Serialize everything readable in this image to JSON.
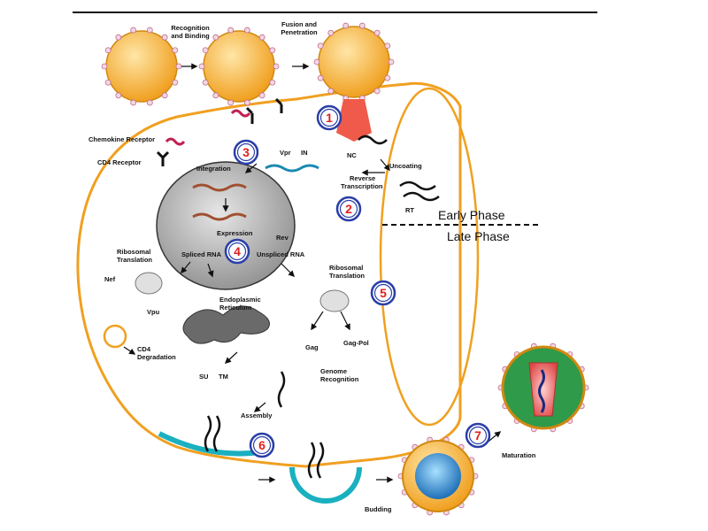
{
  "labels": {
    "recognition": [
      "Recognition",
      "and Binding"
    ],
    "fusion": [
      "Fusion and",
      "Penetration"
    ],
    "chemokine": "Chemokine Receptor",
    "cd4": "CD4 Receptor",
    "integration": "Integration",
    "vpr": "Vpr",
    "in": "IN",
    "nc": "NC",
    "uncoating": "Uncoating",
    "reverse_transcription": [
      "Reverse",
      "Transcription"
    ],
    "rt": "RT",
    "expression": "Expression",
    "rev": "Rev",
    "spliced": "Spliced RNA",
    "unspliced": "Unspliced RNA",
    "ribosomal_left": [
      "Ribosomal",
      "Translation"
    ],
    "nef": "Nef",
    "vpu": "Vpu",
    "er": [
      "Endoplasmic",
      "Reticulum"
    ],
    "cd4_degradation": [
      "CD4",
      "Degradation"
    ],
    "su": "SU",
    "tm": "TM",
    "ribosomal_right": [
      "Ribosomal",
      "Translation"
    ],
    "gag": "Gag",
    "gag_pol": "Gag-Pol",
    "genome_recognition": [
      "Genome",
      "Recognition"
    ],
    "assembly": "Assembly",
    "budding": "Budding",
    "maturation": "Maturation"
  },
  "phases": {
    "early": "Early Phase",
    "late": "Late Phase"
  },
  "steps": [
    "1",
    "2",
    "3",
    "4",
    "5",
    "6",
    "7"
  ],
  "colors": {
    "membrane": "#f0a020",
    "virion": "#f7b040",
    "nucleus": "#b8b8b8",
    "step_ring": "#2a3fa8",
    "step_number": "#e02020",
    "mature_outer": "#2e9a4a",
    "mature_core": "#e05050"
  }
}
